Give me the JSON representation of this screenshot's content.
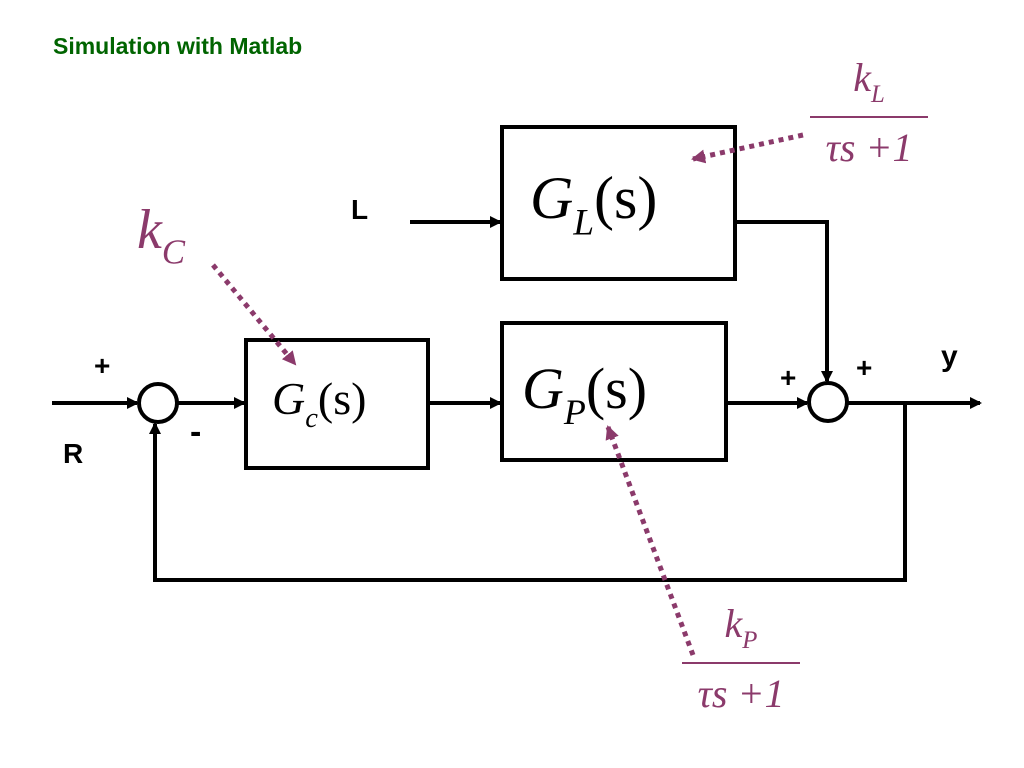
{
  "title": "Simulation with Matlab",
  "colors": {
    "title": "#006400",
    "line": "#000000",
    "annotation": "#8B3A6B"
  },
  "labels": {
    "L": "L",
    "R": "R",
    "y": "y",
    "plus_in": "+",
    "minus_fb": "-",
    "plus_left": "+",
    "plus_top": "+"
  },
  "blocks": {
    "gl": {
      "g": "G",
      "sub": "L",
      "arg": "(s)"
    },
    "gc": {
      "g": "G",
      "sub": "c",
      "arg": "(s)"
    },
    "gp": {
      "g": "G",
      "sub": "P",
      "arg": "(s)"
    }
  },
  "annotations": {
    "kc": {
      "k": "k",
      "sub": "C"
    },
    "kl": {
      "k": "k",
      "sub": "L",
      "den": "τs +1"
    },
    "kp": {
      "k": "k",
      "sub": "P",
      "den": "τs +1"
    }
  }
}
